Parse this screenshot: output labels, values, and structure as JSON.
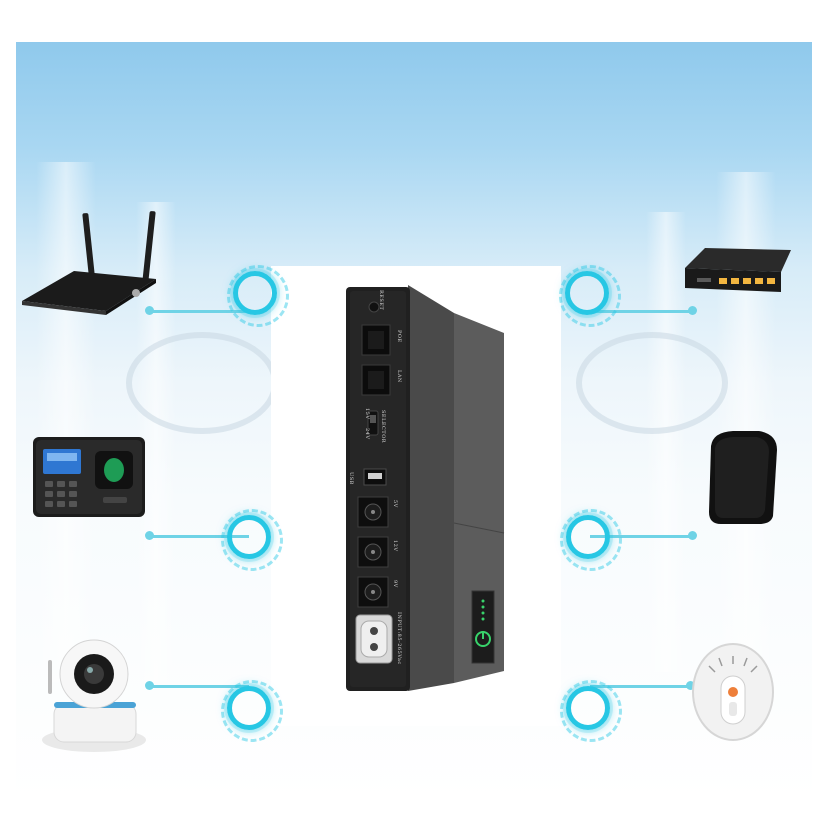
{
  "scene": {
    "description_labels": [],
    "accent_color": "#27c7e4",
    "line_color": "#6fd3e6"
  },
  "product": {
    "front_panel_labels": {
      "reset": "RESET",
      "poe": "POE",
      "lan": "LAN",
      "selector": "SELECTOR",
      "sel_a": "15V",
      "sel_b": "24V",
      "usb": "USB",
      "out_5v": "5V",
      "out_12v": "12V",
      "out_9v": "9V",
      "input": "INPUT:85-265Vac"
    }
  },
  "devices": [
    {
      "name": "wifi-router-icon"
    },
    {
      "name": "fingerprint-attendance-icon"
    },
    {
      "name": "ip-camera-icon"
    },
    {
      "name": "network-switch-icon"
    },
    {
      "name": "modem-icon"
    },
    {
      "name": "smoke-detector-icon"
    }
  ]
}
